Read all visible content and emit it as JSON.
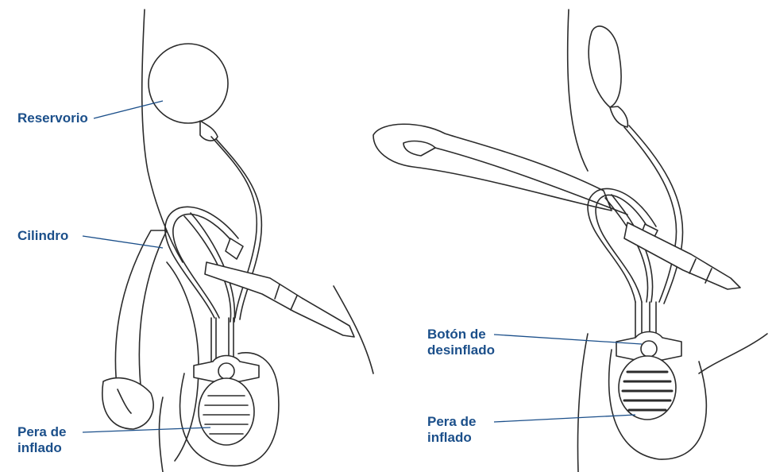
{
  "colors": {
    "label": "#1b4f8a",
    "line_art": "#2b2b2b",
    "background": "#ffffff"
  },
  "left_figure": {
    "labels": {
      "reservoir": "Reservorio",
      "cylinder": "Cilindro",
      "pump_line1": "Pera de",
      "pump_line2": "inflado"
    }
  },
  "right_figure": {
    "labels": {
      "deflate_line1": "Botón de",
      "deflate_line2": "desinflado",
      "pump_line1": "Pera de",
      "pump_line2": "inflado"
    }
  }
}
